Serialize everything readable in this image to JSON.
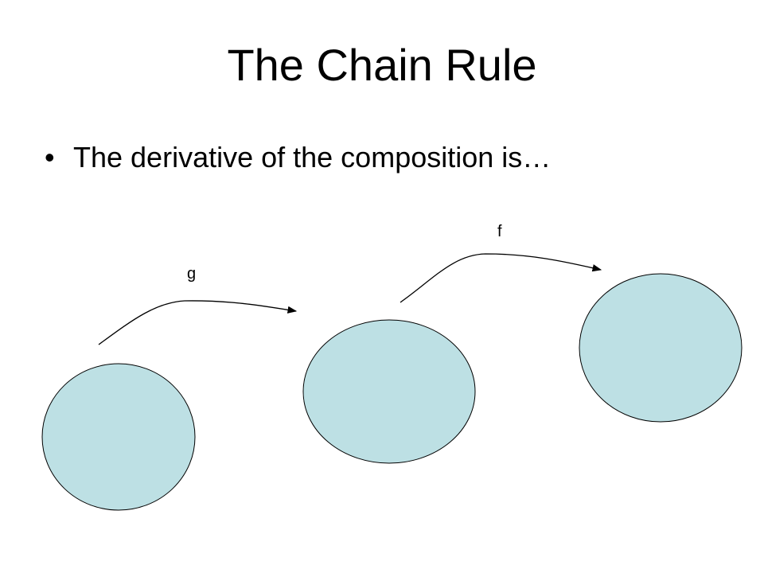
{
  "slide": {
    "title": "The Chain Rule",
    "bullet_symbol": "•",
    "bullet_text": "The derivative of the composition is…"
  },
  "diagram": {
    "arrow_labels": {
      "g": "g",
      "f": "f"
    },
    "colors": {
      "set_fill": "#bde0e4",
      "stroke": "#000000"
    }
  }
}
